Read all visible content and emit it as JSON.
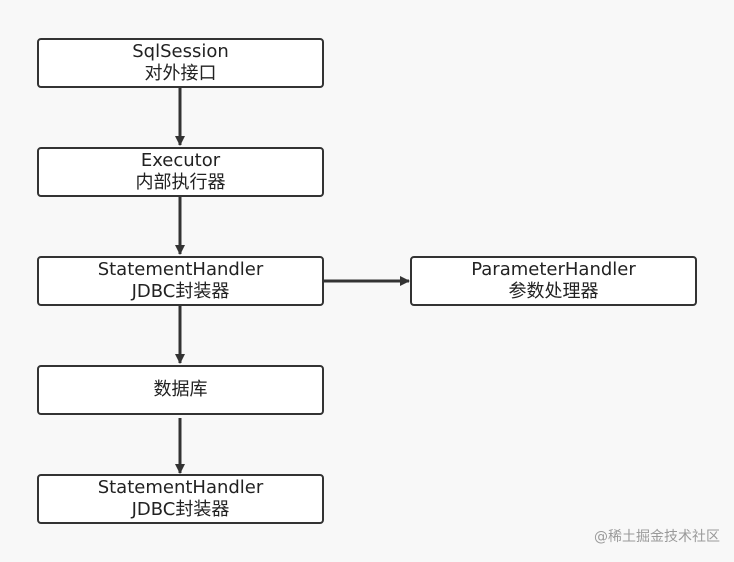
{
  "diagram": {
    "nodes": [
      {
        "id": "sqlsession",
        "title": "SqlSession",
        "subtitle": "对外接口"
      },
      {
        "id": "executor",
        "title": "Executor",
        "subtitle": "内部执行器"
      },
      {
        "id": "statement-handler-1",
        "title": "StatementHandler",
        "subtitle": "JDBC封装器"
      },
      {
        "id": "parameter-handler",
        "title": "ParameterHandler",
        "subtitle": "参数处理器"
      },
      {
        "id": "database",
        "title": "数据库",
        "subtitle": ""
      },
      {
        "id": "statement-handler-2",
        "title": "StatementHandler",
        "subtitle": "JDBC封装器"
      }
    ],
    "edges": [
      {
        "from": "sqlsession",
        "to": "executor"
      },
      {
        "from": "executor",
        "to": "statement-handler-1"
      },
      {
        "from": "statement-handler-1",
        "to": "parameter-handler"
      },
      {
        "from": "statement-handler-1",
        "to": "database"
      },
      {
        "from": "database",
        "to": "statement-handler-2"
      }
    ],
    "colors": {
      "stroke": "#333333",
      "fill": "#ffffff",
      "background": "#f8f8f8"
    }
  },
  "watermark": {
    "text": "@稀土掘金技术社区"
  }
}
